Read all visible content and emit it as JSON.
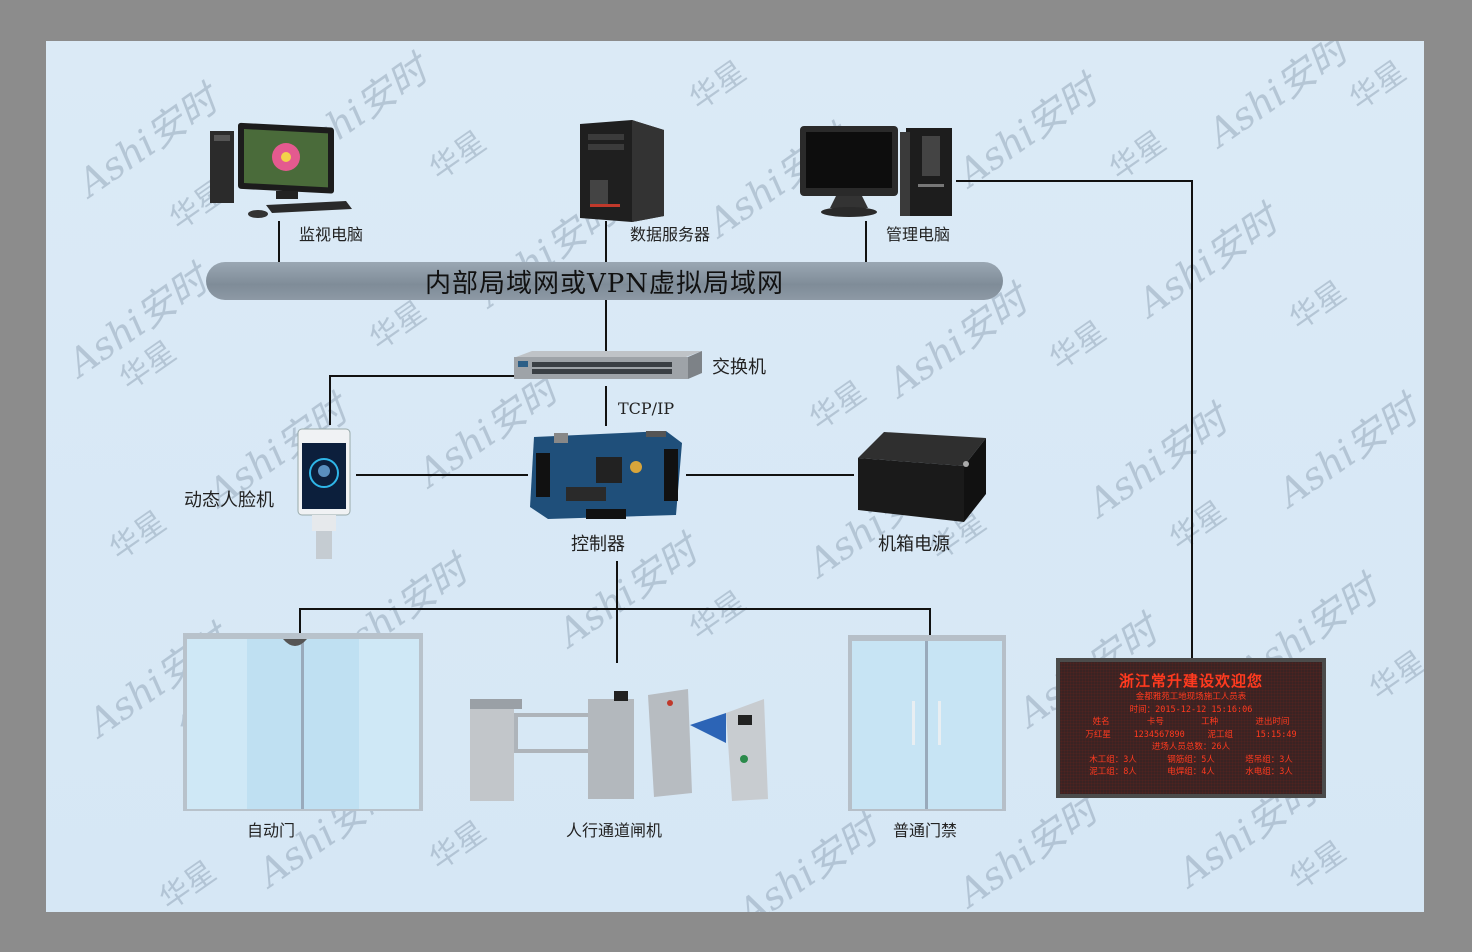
{
  "watermark": {
    "brand_latin": "Ashi",
    "brand_cn": "安时",
    "brand_cn2": "华星"
  },
  "network": {
    "lan_label": "内部局域网或VPN虚拟局域网",
    "protocol_label": "TCP/IP"
  },
  "devices": {
    "monitor_pc": "监视电脑",
    "data_server": "数据服务器",
    "admin_pc": "管理电脑",
    "switch": "交换机",
    "face_terminal": "动态人脸机",
    "controller": "控制器",
    "power_box": "机箱电源",
    "auto_door": "自动门",
    "turnstile": "人行通道闸机",
    "normal_door": "普通门禁"
  },
  "led_board": {
    "title": "浙江常升建设欢迎您",
    "subtitle": "金都雅苑工地现场施工人员表",
    "time_row": "时间：2015-12-12      15:16:06",
    "header": [
      "姓名",
      "卡号",
      "工种",
      "进出时间"
    ],
    "record": [
      "万红星",
      "1234567890",
      "泥工组",
      "15:15:49"
    ],
    "total": "进场人员总数：26人",
    "groups_row1": [
      "木工组：3人",
      "钢筋组：5人",
      "塔吊组：3人"
    ],
    "groups_row2": [
      "泥工组：8人",
      "电焊组：4人",
      "水电组：3人"
    ]
  },
  "colors": {
    "lan_bar": "#8894a0",
    "led_text": "#ff3a1f",
    "led_bg": "#3a2323",
    "line": "#111111"
  }
}
